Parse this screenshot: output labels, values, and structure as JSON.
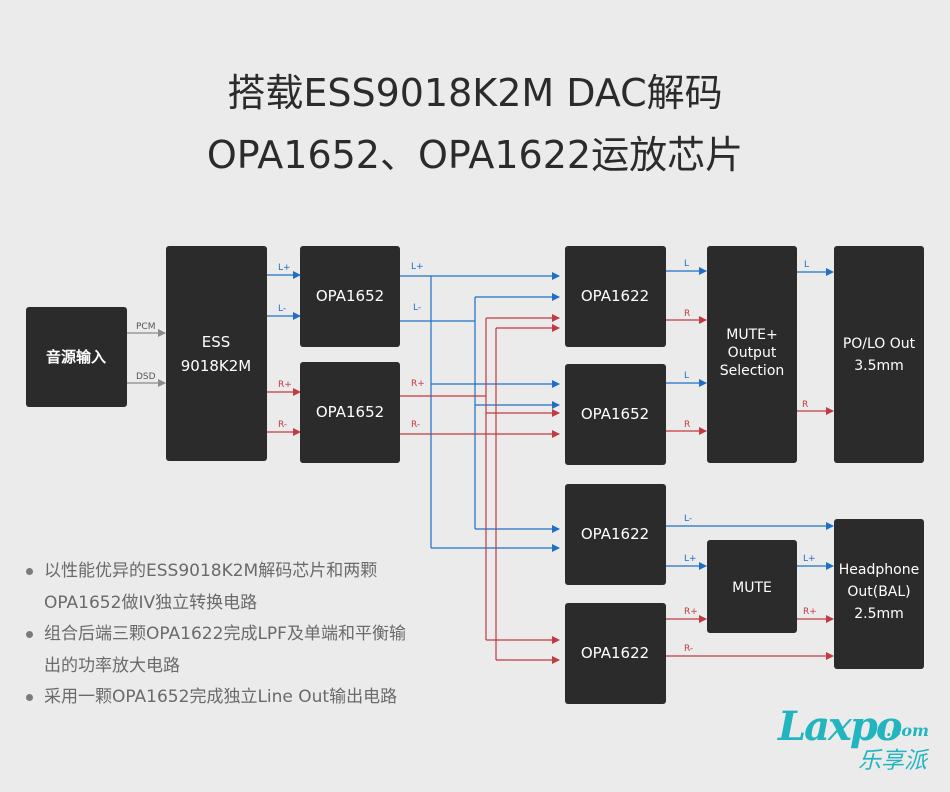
{
  "title_line1": "搭载ESS9018K2M DAC解码",
  "title_line2": "OPA1652、OPA1622运放芯片",
  "blocks": {
    "input": "音源输入",
    "ess_line1": "ESS",
    "ess_line2": "9018K2M",
    "opa1652_top": "OPA1652",
    "opa1652_bottom": "OPA1652",
    "opa1622_1": "OPA1622",
    "opa1652_mid": "OPA1652",
    "opa1622_3": "OPA1622",
    "opa1622_4": "OPA1622",
    "mute_sel_line1": "MUTE+",
    "mute_sel_line2": "Output",
    "mute_sel_line3": "Selection",
    "mute": "MUTE",
    "polo_line1": "PO/LO Out",
    "polo_line2": "3.5mm",
    "hp_line1": "Headphone",
    "hp_line2": "Out(BAL)",
    "hp_line3": "2.5mm"
  },
  "labels": {
    "pcm": "PCM",
    "dsd": "DSD",
    "ess_lp": "L+",
    "ess_lm": "L-",
    "ess_rp": "R+",
    "ess_rm": "R-",
    "opa_top_lp": "L+",
    "opa_top_lm": "L-",
    "opa_bot_rp": "R+",
    "opa_bot_rm": "R-",
    "b1_l": "L",
    "b1_r": "R",
    "b2_l": "L",
    "b2_r": "R",
    "sel_l": "L",
    "sel_r": "R",
    "b3_lm": "L-",
    "b3_lp": "L+",
    "b4_rp": "R+",
    "b4_rm": "R-",
    "mute_lp": "L+",
    "mute_rp": "R+"
  },
  "bullets": [
    "以性能优异的ESS9018K2M解码芯片和两颗",
    "OPA1652做IV独立转换电路",
    "组合后端三颗OPA1622完成LPF及单端和平衡输",
    "出的功率放大电路",
    "采用一颗OPA1652完成独立Line Out输出电路"
  ],
  "logo": {
    "latin": "Laxpo",
    "com": ".com",
    "cn": "乐享派"
  },
  "colors": {
    "block": "#2b2b2b",
    "left_channel": "#1f6fc4",
    "right_channel": "#c23a43",
    "neutral_line": "#8a8a8a",
    "logo": "#23b5bf"
  }
}
